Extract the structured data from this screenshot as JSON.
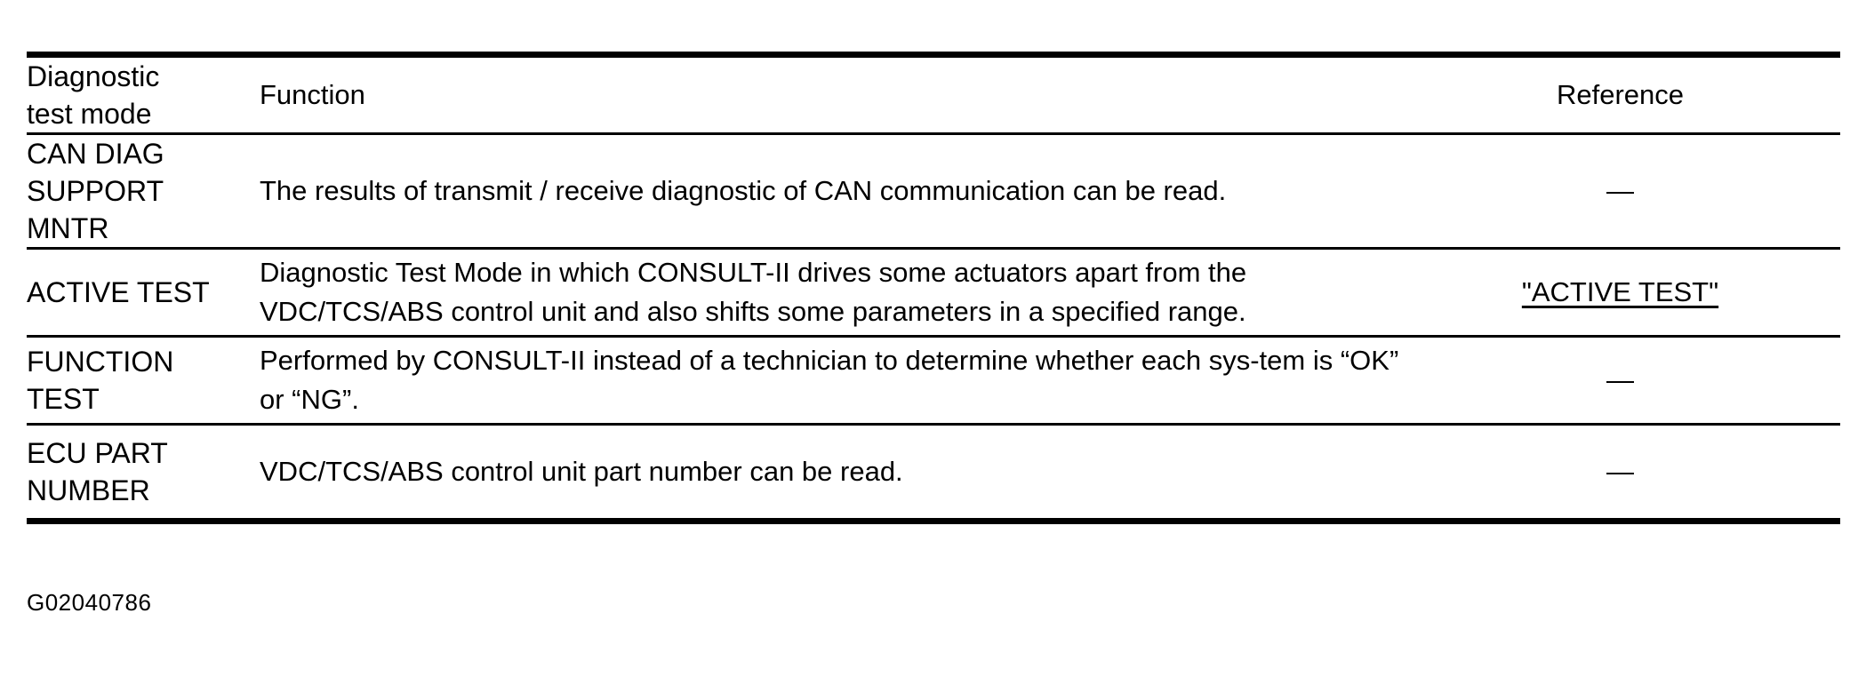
{
  "table": {
    "headers": [
      {
        "label": "Diagnostic\ntest mode",
        "align": "center"
      },
      {
        "label": "Function",
        "align": "center"
      },
      {
        "label": "Reference",
        "align": "center"
      }
    ],
    "rows": [
      {
        "mode": "CAN DIAG\nSUPPORT\nMNTR",
        "function": "The results of transmit / receive diagnostic of CAN communication can be read.",
        "reference": "—",
        "reference_is_link": false
      },
      {
        "mode": "ACTIVE TEST",
        "function": "Diagnostic Test Mode in which CONSULT-II drives some actuators apart from the VDC/TCS/ABS control unit and also shifts some parameters in a specified range.",
        "reference": "\"ACTIVE TEST\"",
        "reference_is_link": true
      },
      {
        "mode": "FUNCTION\nTEST",
        "function": "Performed by CONSULT-II instead of a technician to determine whether each sys-tem is “OK” or “NG”.",
        "reference": "—",
        "reference_is_link": false
      },
      {
        "mode": "ECU PART\nNUMBER",
        "function": "VDC/TCS/ABS control unit part number can be read.",
        "reference": "—",
        "reference_is_link": false
      }
    ]
  },
  "caption": {
    "figure_id": "G02040786"
  },
  "colors": {
    "text": "#000000",
    "background": "#ffffff",
    "rule": "#000000"
  }
}
